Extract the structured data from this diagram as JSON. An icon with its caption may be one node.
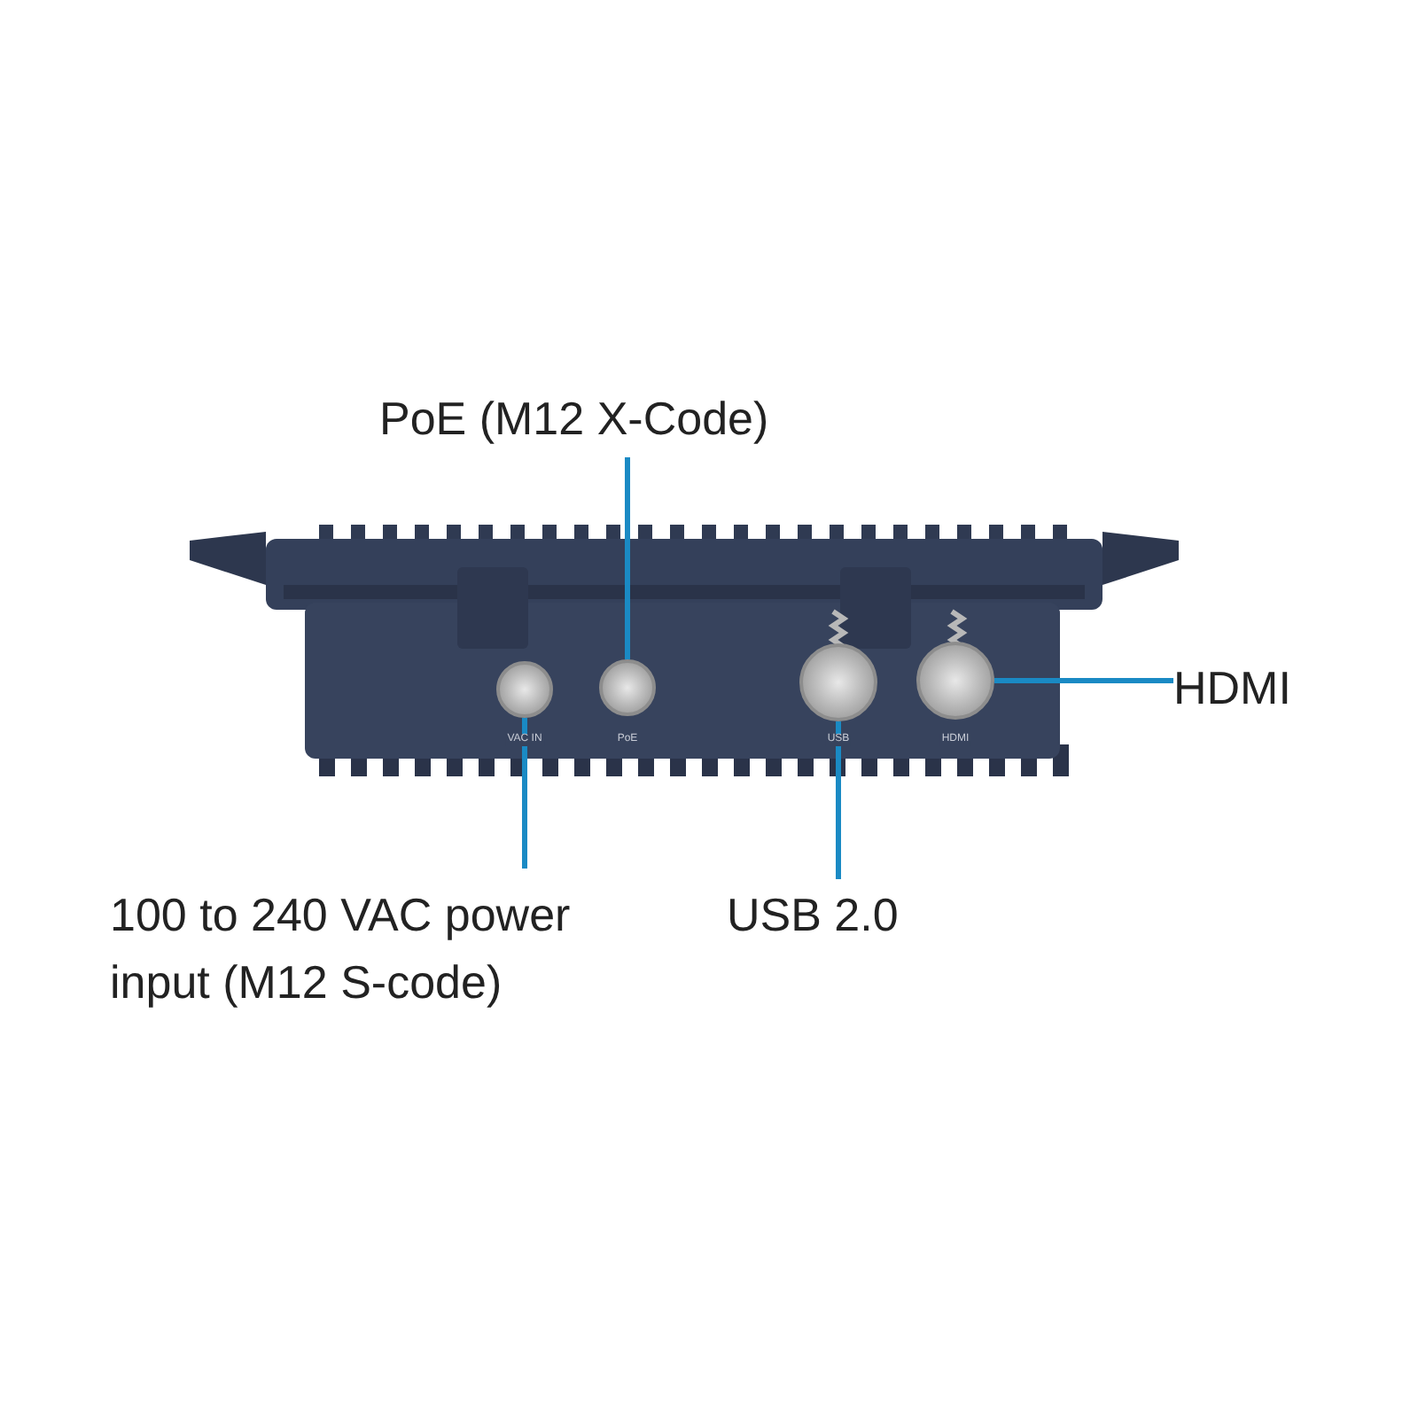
{
  "diagram": {
    "nodes": [
      {
        "text": [
          "PoE (M12 X-Code)"
        ]
      },
      {
        "text": [
          "100 to 240 VAC power input (M12 S-code)"
        ]
      },
      {
        "text": [
          "USB 2.0"
        ]
      },
      {
        "text": [
          "HDMI"
        ]
      },
      {
        "text": [],
        "shape": "circle"
      },
      {
        "text": [],
        "shape": "circle"
      },
      {
        "text": [],
        "shape": "circle"
      },
      {
        "text": [],
        "shape": "circle"
      }
    ],
    "edges": [
      {
        "from": 0,
        "to": 5,
        "arrow": "none"
      },
      {
        "from": 1,
        "to": 4,
        "arrow": "none"
      },
      {
        "from": 2,
        "to": 6,
        "arrow": "none"
      },
      {
        "from": 3,
        "to": 7,
        "arrow": "none"
      }
    ],
    "labels": [
      "VAC IN",
      "PoE",
      "USB",
      "HDMI"
    ]
  }
}
